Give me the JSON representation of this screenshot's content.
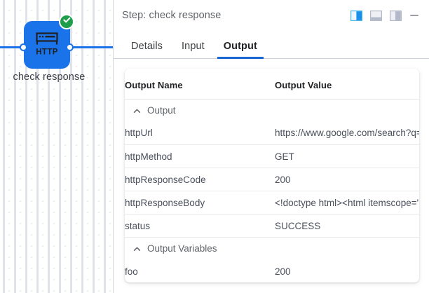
{
  "canvas": {
    "node": {
      "icon_name": "http-server-icon",
      "icon_text": "HTTP",
      "label": "check response",
      "status_icon": "check-circle-icon",
      "color": "#1a73e8",
      "status_color": "#1e9e4a"
    }
  },
  "panel": {
    "header": {
      "title": "Step: check response",
      "actions": [
        {
          "name": "layout-split-left-icon",
          "label": ""
        },
        {
          "name": "layout-dock-bottom-icon",
          "label": ""
        },
        {
          "name": "layout-split-right-icon",
          "label": ""
        },
        {
          "name": "minimize-icon",
          "label": ""
        }
      ],
      "accent_color": "#1967d2"
    },
    "tabs": [
      {
        "label": "Details",
        "active": false
      },
      {
        "label": "Input",
        "active": false
      },
      {
        "label": "Output",
        "active": true
      }
    ],
    "table": {
      "columns": [
        "Output Name",
        "Output Value"
      ],
      "groups": [
        {
          "label": "Output",
          "expanded": true,
          "rows": [
            {
              "name": "httpUrl",
              "value": "https://www.google.com/search?q="
            },
            {
              "name": "httpMethod",
              "value": "GET"
            },
            {
              "name": "httpResponseCode",
              "value": "200"
            },
            {
              "name": "httpResponseBody",
              "value": "<!doctype html><html itemscope='"
            },
            {
              "name": "status",
              "value": "SUCCESS"
            }
          ]
        },
        {
          "label": "Output Variables",
          "expanded": true,
          "rows": [
            {
              "name": "foo",
              "value": "200"
            }
          ]
        }
      ]
    }
  }
}
